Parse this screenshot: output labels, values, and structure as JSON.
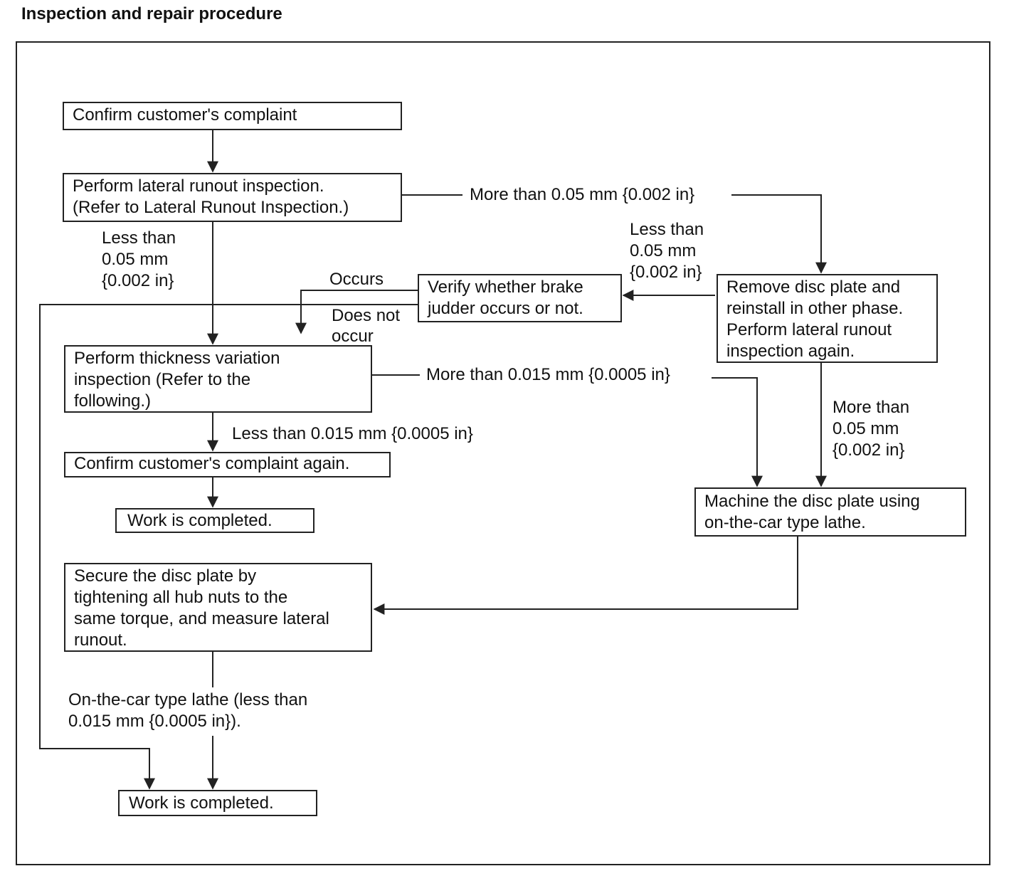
{
  "title": "Inspection and repair procedure",
  "boxes": {
    "confirm_complaint": "Confirm customer's complaint",
    "lateral_runout": "Perform lateral runout inspection.\n(Refer to Lateral Runout Inspection.)",
    "verify_judder": "Verify whether brake\njudder occurs or not.",
    "remove_disc": "Remove disc plate and\nreinstall in other phase.\nPerform lateral runout\ninspection again.",
    "thickness_variation": "Perform thickness variation\ninspection (Refer to the\nfollowing.)",
    "confirm_again": "Confirm customer's complaint again.",
    "work_completed_1": "Work is completed.",
    "machine_disc": "Machine the disc plate using\non-the-car type lathe.",
    "secure_disc": "Secure the disc plate by\ntightening all hub nuts to the\nsame torque, and measure lateral\nrunout.",
    "work_completed_2": "Work is completed."
  },
  "labels": {
    "runout_more": "More than 0.05 mm {0.002 in}",
    "runout_less": "Less than\n0.05 mm\n{0.002 in}",
    "remove_less": "Less than\n0.05 mm\n{0.002 in}",
    "occurs": "Occurs",
    "does_not_occur": "Does not\noccur",
    "thickness_more": "More than 0.015 mm {0.0005 in}",
    "thickness_less": "Less than 0.015 mm {0.0005 in}",
    "remove_more": "More than\n0.05 mm\n{0.002 in}",
    "lathe_result": "On-the-car type lathe (less than\n0.015 mm {0.0005 in})."
  }
}
